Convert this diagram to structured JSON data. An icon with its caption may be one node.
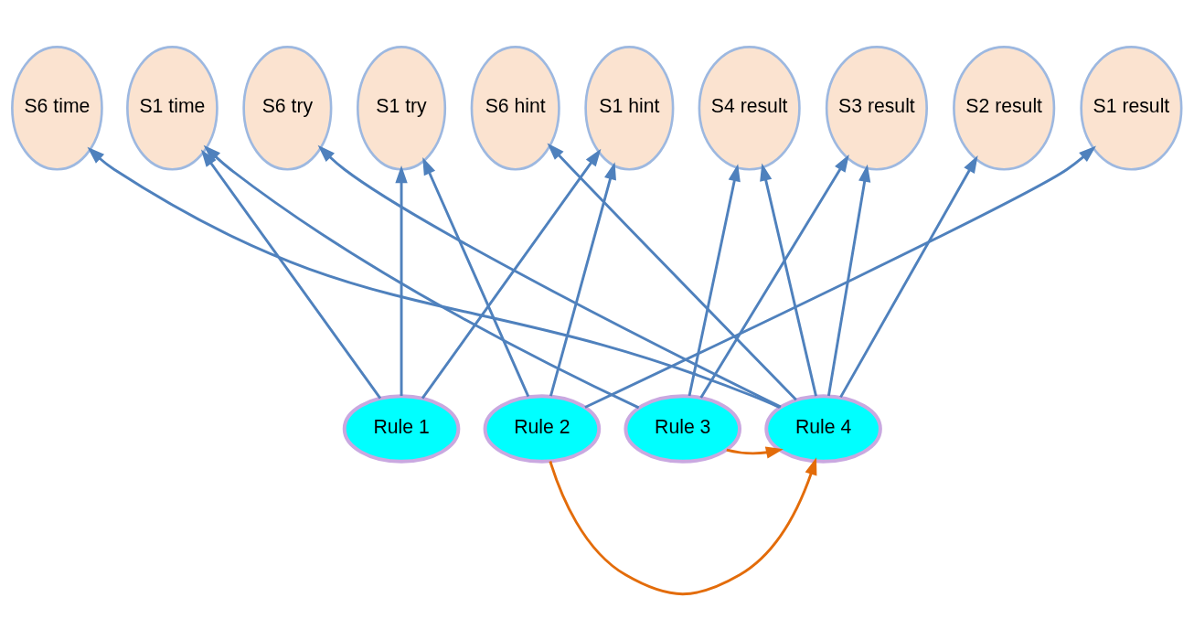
{
  "diagram": {
    "nodes": [
      {
        "text": [
          "S6 time"
        ]
      },
      {
        "text": [
          "S1 time"
        ]
      },
      {
        "text": [
          "S6 try"
        ]
      },
      {
        "text": [
          "S1 try"
        ]
      },
      {
        "text": [
          "S6 hint"
        ]
      },
      {
        "text": [
          "S1 hint"
        ]
      },
      {
        "text": [
          "S4 result"
        ]
      },
      {
        "text": [
          "S3 result"
        ]
      },
      {
        "text": [
          "S2 result"
        ]
      },
      {
        "text": [
          "S1 result"
        ]
      },
      {
        "text": [
          "Rule 1"
        ]
      },
      {
        "text": [
          "Rule 2"
        ]
      },
      {
        "text": [
          "Rule 3"
        ]
      },
      {
        "text": [
          "Rule 4"
        ]
      }
    ],
    "edges": [
      {
        "from": 10,
        "to": 1,
        "arrow": "to"
      },
      {
        "from": 10,
        "to": 3,
        "arrow": "to"
      },
      {
        "from": 10,
        "to": 5,
        "arrow": "to"
      },
      {
        "from": 11,
        "to": 3,
        "arrow": "to"
      },
      {
        "from": 11,
        "to": 5,
        "arrow": "to"
      },
      {
        "from": 11,
        "to": 9,
        "arrow": "to"
      },
      {
        "from": 12,
        "to": 1,
        "arrow": "to"
      },
      {
        "from": 12,
        "to": 6,
        "arrow": "to"
      },
      {
        "from": 12,
        "to": 7,
        "arrow": "to"
      },
      {
        "from": 13,
        "to": 0,
        "arrow": "to"
      },
      {
        "from": 13,
        "to": 2,
        "arrow": "to"
      },
      {
        "from": 13,
        "to": 4,
        "arrow": "to"
      },
      {
        "from": 13,
        "to": 6,
        "arrow": "to"
      },
      {
        "from": 13,
        "to": 7,
        "arrow": "to"
      },
      {
        "from": 13,
        "to": 8,
        "arrow": "to"
      },
      {
        "from": 12,
        "to": 13,
        "arrow": "to",
        "color": "#e36c0a"
      },
      {
        "from": 11,
        "to": 13,
        "arrow": "to",
        "color": "#e36c0a"
      }
    ]
  }
}
